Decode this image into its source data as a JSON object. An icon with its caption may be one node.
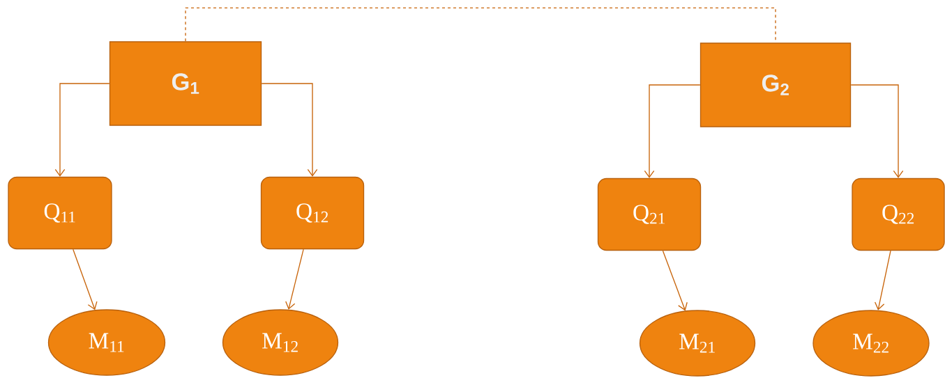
{
  "diagram": {
    "nodes": [
      {
        "text": [
          "G$_{1}$"
        ]
      },
      {
        "text": [
          "G$_{2}$"
        ]
      },
      {
        "text": [
          "Q$_{11}$"
        ]
      },
      {
        "text": [
          "Q$_{12}$"
        ]
      },
      {
        "text": [
          "Q$_{21}$"
        ]
      },
      {
        "text": [
          "Q$_{22}$"
        ]
      },
      {
        "text": [
          "M$_{11}$"
        ]
      },
      {
        "text": [
          "M$_{12}$"
        ]
      },
      {
        "text": [
          "M$_{21}$"
        ]
      },
      {
        "text": [
          "M$_{22}$"
        ]
      }
    ],
    "edges": [
      {
        "from": 0,
        "to": 1,
        "arrow": "none",
        "style": "dashed"
      },
      {
        "from": 0,
        "to": 2,
        "arrow": "to"
      },
      {
        "from": 0,
        "to": 3,
        "arrow": "to"
      },
      {
        "from": 1,
        "to": 4,
        "arrow": "to"
      },
      {
        "from": 1,
        "to": 5,
        "arrow": "to"
      },
      {
        "from": 2,
        "to": 6,
        "arrow": "to"
      },
      {
        "from": 3,
        "to": 7,
        "arrow": "to"
      },
      {
        "from": 4,
        "to": 8,
        "arrow": "to"
      },
      {
        "from": 5,
        "to": 9,
        "arrow": "to"
      }
    ]
  }
}
